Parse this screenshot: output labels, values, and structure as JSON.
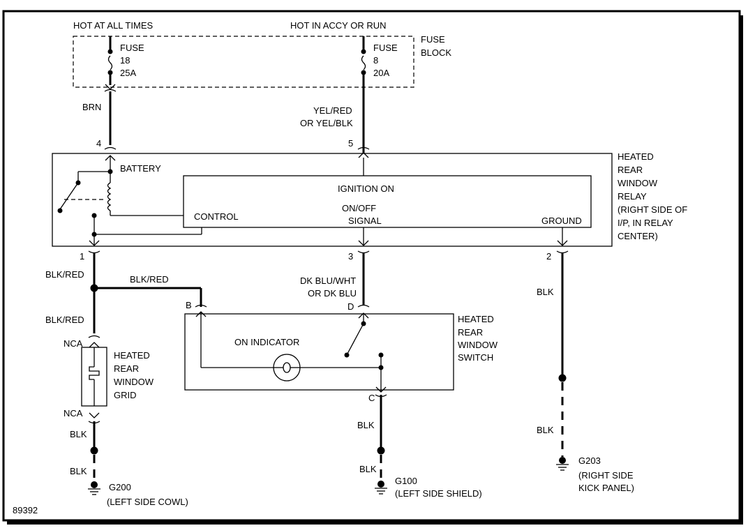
{
  "diagram_id": "89392",
  "power": {
    "hot_at_all_times": "HOT AT ALL TIMES",
    "hot_in_accy_or_run": "HOT IN ACCY OR RUN"
  },
  "fuse_block": {
    "label": [
      "FUSE",
      "BLOCK"
    ],
    "fuse_left": [
      "FUSE",
      "18",
      "25A"
    ],
    "fuse_right": [
      "FUSE",
      "8",
      "20A"
    ]
  },
  "wires": {
    "brn": "BRN",
    "yel_red": [
      "YEL/RED",
      "OR YEL/BLK"
    ],
    "blk_red_1": "BLK/RED",
    "blk_red_2": "BLK/RED",
    "blk_red_3": "BLK/RED",
    "dk_blu": [
      "DK BLU/WHT",
      "OR DK BLU"
    ],
    "blk_ground_relay": "BLK",
    "blk_ground_relay_2": "BLK",
    "blk_grid_1": "BLK",
    "blk_grid_2": "BLK",
    "blk_switch_1": "BLK",
    "blk_switch_2": "BLK"
  },
  "relay": {
    "label": [
      "HEATED",
      "REAR",
      "WINDOW",
      "RELAY",
      "(RIGHT SIDE OF",
      "I/P, IN RELAY",
      "CENTER)"
    ],
    "battery": "BATTERY",
    "ignition_on": "IGNITION ON",
    "control": "CONTROL",
    "on_off_signal": [
      "ON/OFF",
      "SIGNAL"
    ],
    "ground": "GROUND",
    "pins": {
      "p4": "4",
      "p5": "5",
      "p1": "1",
      "p3": "3",
      "p2": "2"
    }
  },
  "switch": {
    "label": [
      "HEATED",
      "REAR",
      "WINDOW",
      "SWITCH"
    ],
    "on_indicator": "ON INDICATOR",
    "pins": {
      "b": "B",
      "d": "D",
      "c": "C"
    }
  },
  "grid": {
    "label": [
      "HEATED",
      "REAR",
      "WINDOW",
      "GRID"
    ],
    "nca_top": "NCA",
    "nca_bottom": "NCA"
  },
  "grounds": {
    "g200": [
      "G200",
      "(LEFT SIDE COWL)"
    ],
    "g100": [
      "G100",
      "(LEFT SIDE SHIELD)"
    ],
    "g203": [
      "G203",
      "(RIGHT SIDE",
      "KICK PANEL)"
    ]
  }
}
